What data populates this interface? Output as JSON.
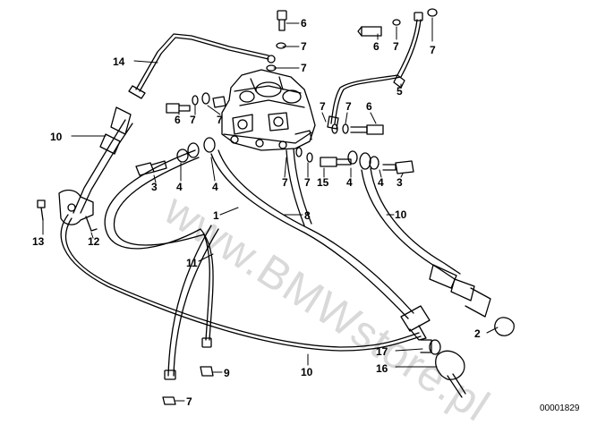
{
  "diagram": {
    "watermark": "www.BMWstore.pl",
    "doc_number": "00001829",
    "callouts": {
      "c6_top": "6",
      "c7_a": "7",
      "c7_b": "7",
      "c14": "14",
      "c6_tr": "6",
      "c7_tr1": "7",
      "c7_tr2": "7",
      "c5": "5",
      "c6_l": "6",
      "c7_l1": "7",
      "c7_l2": "7",
      "c7_r1": "7",
      "c7_r2": "7",
      "c6_r": "6",
      "c10_l": "10",
      "c3_l": "3",
      "c4_l1": "4",
      "c4_l2": "4",
      "c7_m1": "7",
      "c7_m2": "7",
      "c15": "15",
      "c4_r1": "4",
      "c4_r2": "4",
      "c3_r": "3",
      "c13": "13",
      "c12": "12",
      "c1": "1",
      "c8": "8",
      "c10_r": "10",
      "c11": "11",
      "c2": "2",
      "c17": "17",
      "c16": "16",
      "c9": "9",
      "c10_b": "10",
      "c7_b2": "7"
    }
  }
}
